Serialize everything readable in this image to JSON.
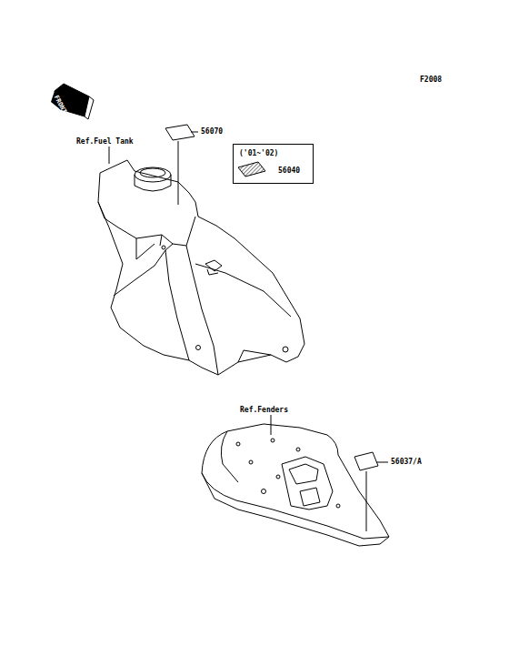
{
  "diagram": {
    "nodes": [
      {
        "text": [
          "('01~'02)",
          "56040"
        ]
      }
    ],
    "labels": [
      "F2008",
      "FRONT",
      "Ref.Fuel Tank",
      "56070",
      "Ref.Fenders",
      "56037/A"
    ]
  }
}
